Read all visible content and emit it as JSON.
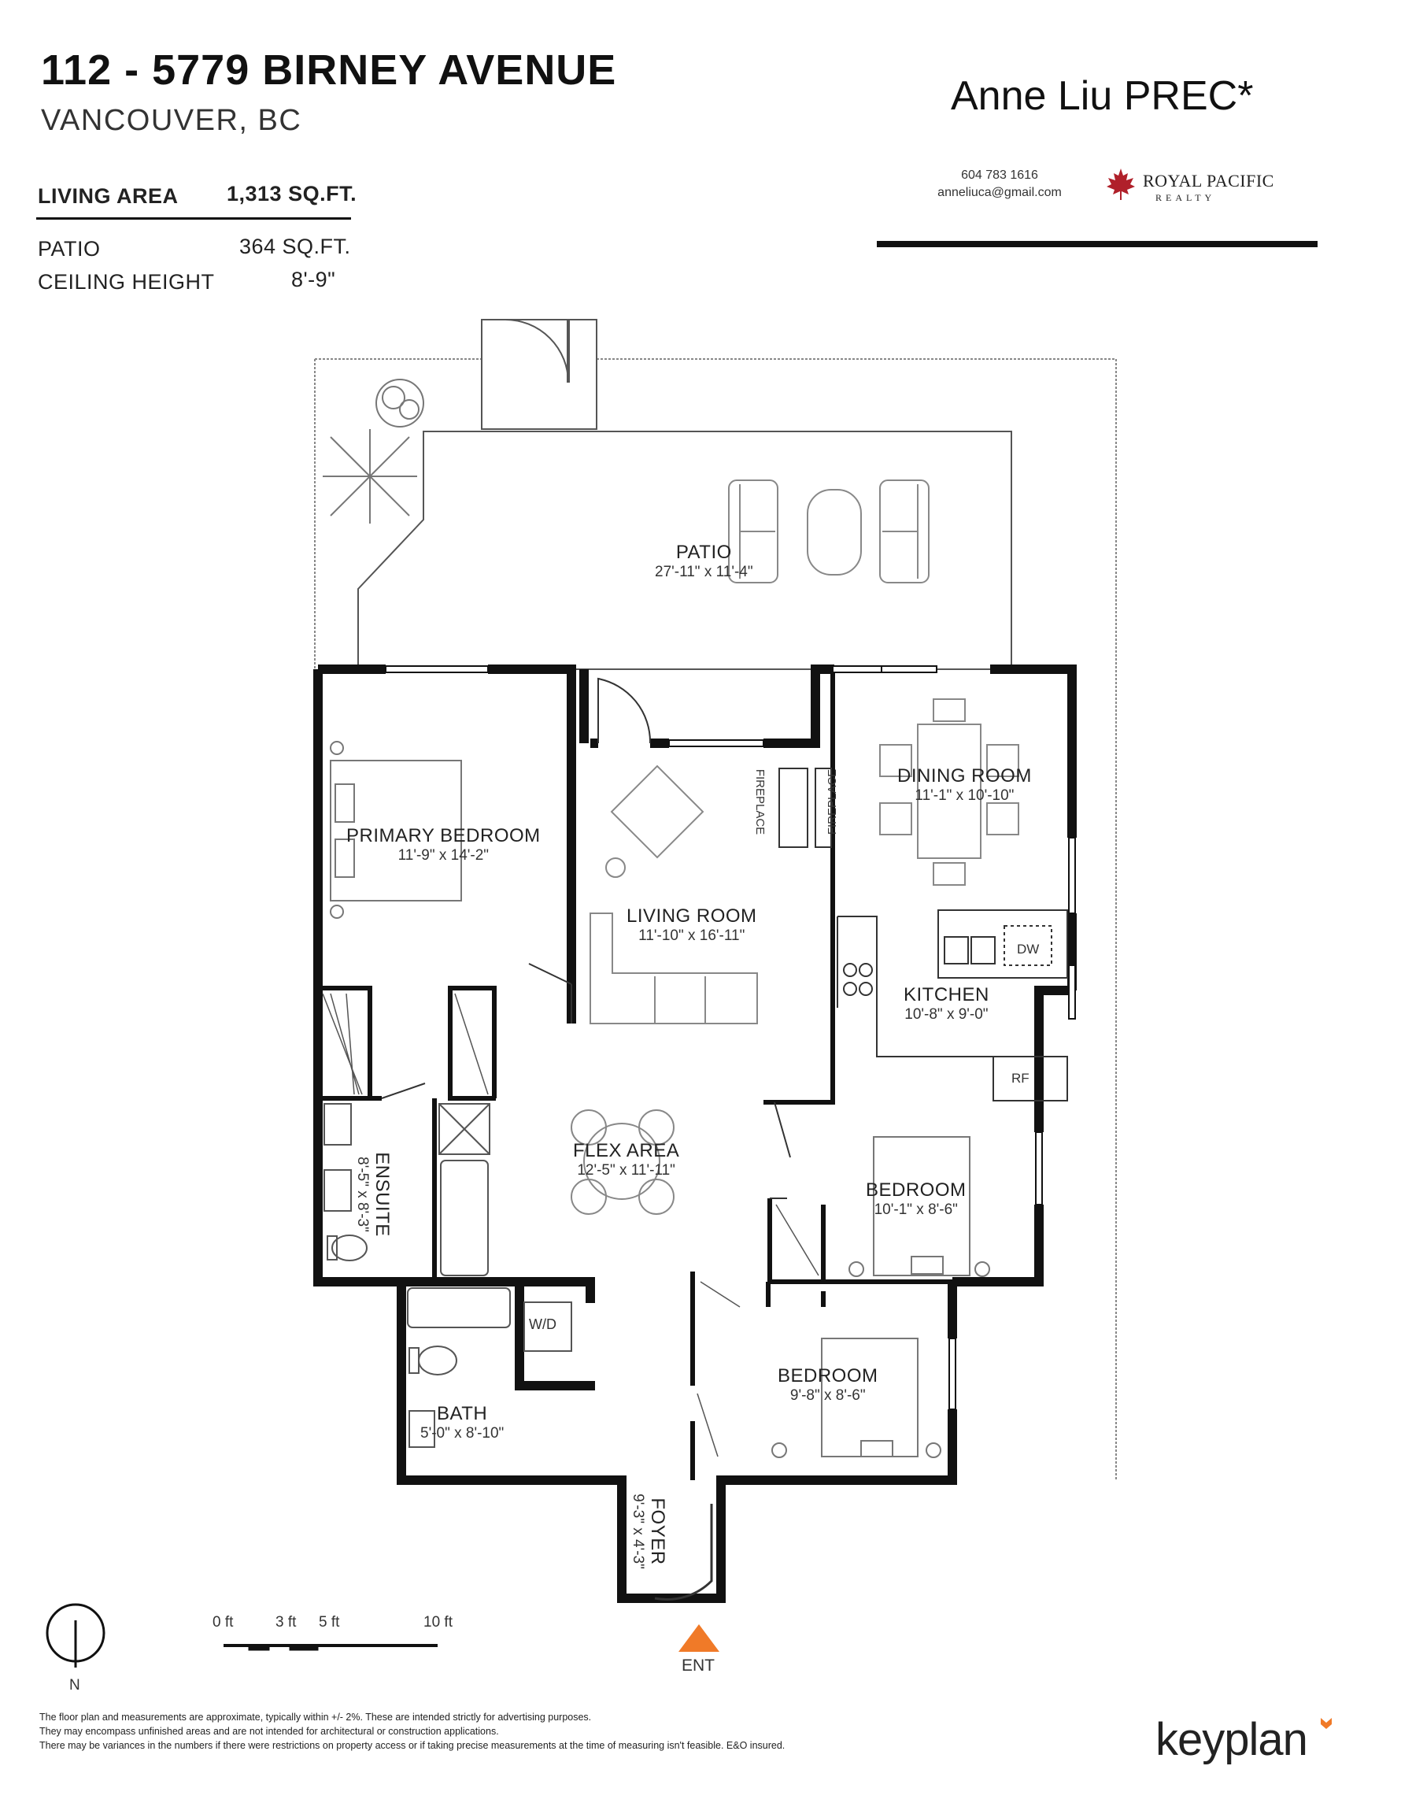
{
  "header": {
    "address": "112 - 5779 BIRNEY AVENUE",
    "city": "VANCOUVER, BC"
  },
  "stats": {
    "living_area_label": "LIVING AREA",
    "living_area_value": "1,313 SQ.FT.",
    "patio_label": "PATIO",
    "patio_value": "364 SQ.FT.",
    "ceiling_label": "CEILING HEIGHT",
    "ceiling_value": "8'-9\""
  },
  "agent": {
    "name": "Anne Liu PREC*",
    "phone": "604 783 1616",
    "email": "anneliuca@gmail.com",
    "brokerage_line1": "ROYAL PACIFIC",
    "brokerage_line2": "REALTY"
  },
  "rooms": {
    "patio": {
      "name": "PATIO",
      "dims": "27'-11\" x 11'-4\""
    },
    "primary_bedroom": {
      "name": "PRIMARY BEDROOM",
      "dims": "11'-9\" x 14'-2\""
    },
    "living_room": {
      "name": "LIVING ROOM",
      "dims": "11'-10\" x 16'-11\""
    },
    "dining_room": {
      "name": "DINING ROOM",
      "dims": "11'-1\" x 10'-10\""
    },
    "kitchen": {
      "name": "KITCHEN",
      "dims": "10'-8\" x 9'-0\""
    },
    "flex_area": {
      "name": "FLEX AREA",
      "dims": "12'-5\" x 11'-11\""
    },
    "ensuite": {
      "name": "ENSUITE",
      "dims": "8'-5\" x 8'-3\""
    },
    "bedroom_1": {
      "name": "BEDROOM",
      "dims": "10'-1\" x 8'-6\""
    },
    "bedroom_2": {
      "name": "BEDROOM",
      "dims": "9'-8\" x 8'-6\""
    },
    "bath": {
      "name": "BATH",
      "dims": "5'-0\" x 8'-10\""
    },
    "foyer": {
      "name": "FOYER",
      "dims": "9'-3\" x 4'-3\""
    }
  },
  "fixtures": {
    "fireplace_left": "FIREPLACE",
    "fireplace_right": "FIREPLACE",
    "dw": "DW",
    "rf": "RF",
    "wd": "W/D"
  },
  "legend": {
    "north": "N",
    "entry": "ENT",
    "scale_0": "0 ft",
    "scale_3": "3 ft",
    "scale_5": "5 ft",
    "scale_10": "10 ft"
  },
  "disclaimer": {
    "line1": "The floor plan and measurements are approximate, typically within +/- 2%. These are intended strictly for advertising purposes.",
    "line2": "They may encompass unfinished areas and are not intended for architectural or construction applications.",
    "line3": "There may be variances in the numbers if there were restrictions on property access or if taking precise measurements at the time of measuring isn't feasible. E&O insured."
  },
  "branding": {
    "logo_text": "keyplan"
  },
  "colors": {
    "walls": "#111111",
    "entry_marker": "#f07a28",
    "brand_red": "#b0202a"
  }
}
